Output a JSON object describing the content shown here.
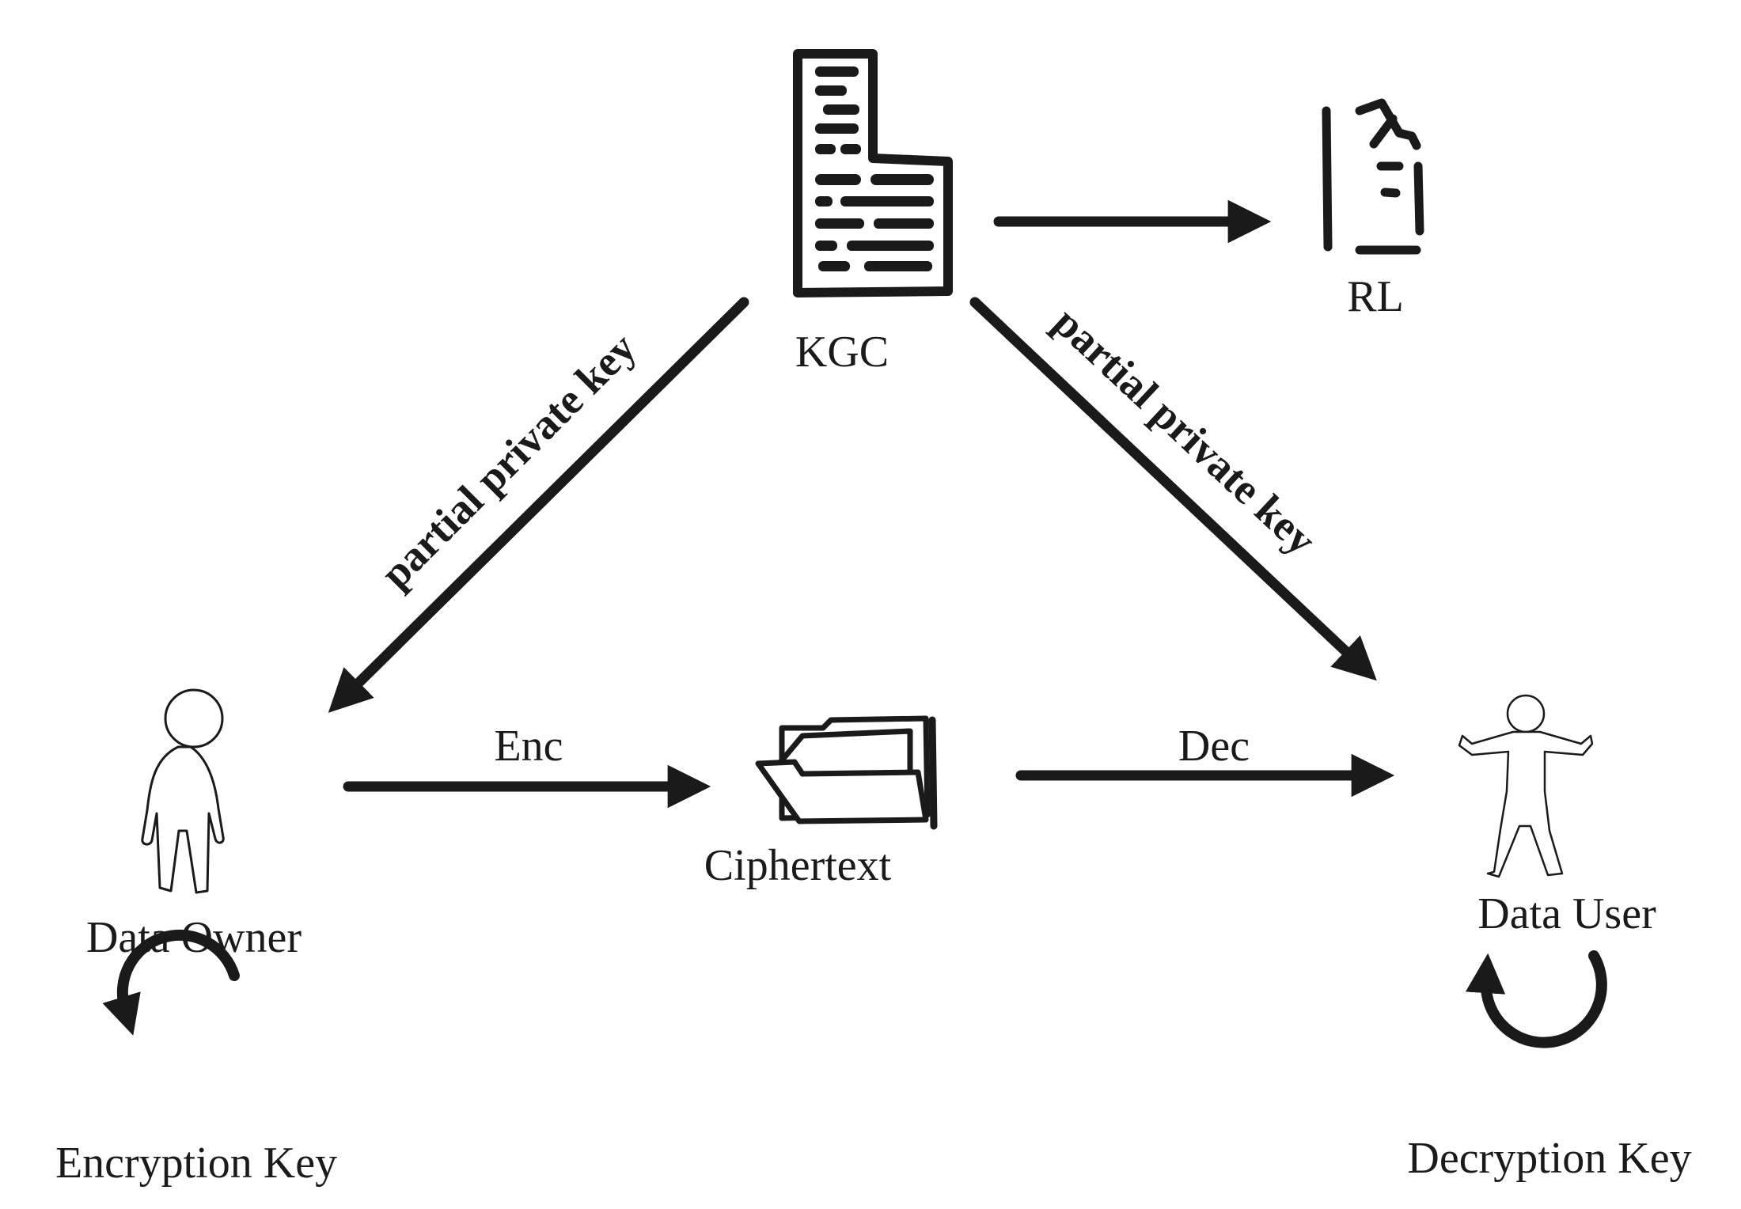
{
  "nodes": {
    "kgc": {
      "label": "KGC",
      "icon": "building-icon"
    },
    "rl": {
      "label": "RL",
      "icon": "document-icon"
    },
    "data_owner": {
      "label": "Data Owner",
      "icon": "person-icon"
    },
    "ciphertext": {
      "label": "Ciphertext",
      "icon": "folder-icon"
    },
    "data_user": {
      "label": "Data User",
      "icon": "person-arms-out-icon"
    }
  },
  "edges": {
    "kgc_to_rl": {
      "label": ""
    },
    "kgc_to_owner": {
      "label": "partial private key"
    },
    "kgc_to_user": {
      "label": "partial private key"
    },
    "owner_to_ciphertext": {
      "label": "Enc"
    },
    "ciphertext_to_user": {
      "label": "Dec"
    }
  },
  "loops": {
    "owner_key": {
      "label": "Encryption Key",
      "icon": "cycle-arrow-icon"
    },
    "user_key": {
      "label": "Decryption Key",
      "icon": "cycle-arrow-icon"
    }
  },
  "colors": {
    "ink": "#1a1a1a",
    "background": "#ffffff"
  }
}
